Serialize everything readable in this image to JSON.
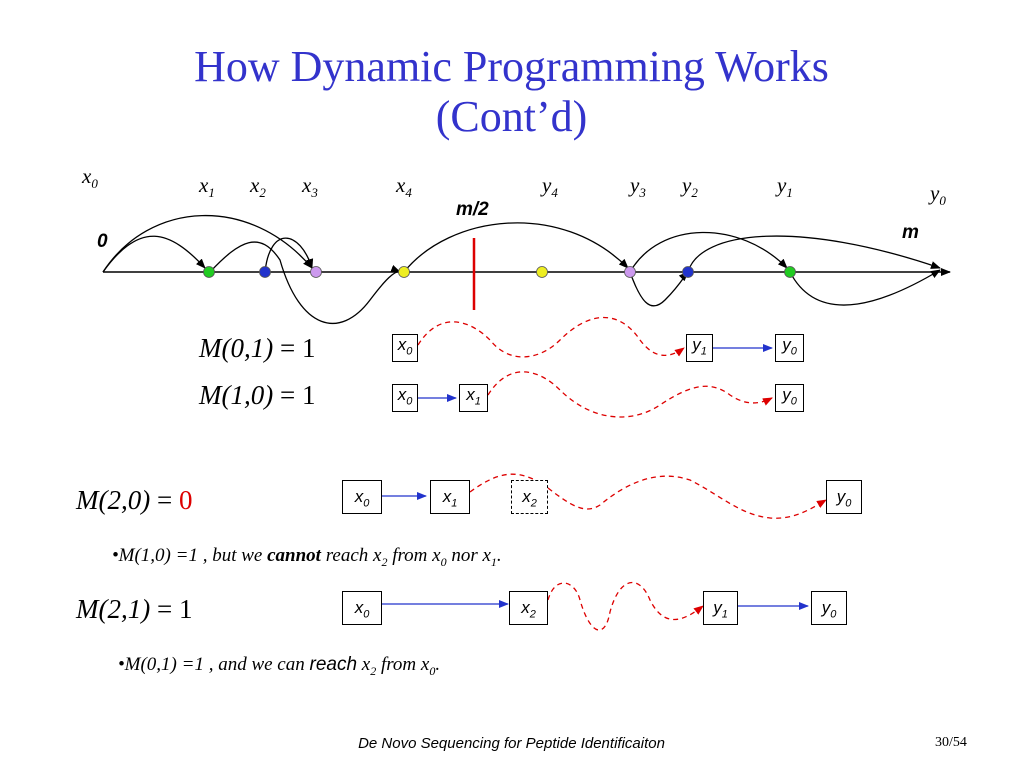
{
  "title_line1": "How Dynamic Programming Works",
  "title_line2": "(Cont’d)",
  "axis": {
    "zero_label": "0",
    "m_label": "m",
    "m_half_label": "m/2",
    "labels": [
      {
        "base": "x",
        "sub": "0"
      },
      {
        "base": "x",
        "sub": "1"
      },
      {
        "base": "x",
        "sub": "2"
      },
      {
        "base": "x",
        "sub": "3"
      },
      {
        "base": "x",
        "sub": "4"
      },
      {
        "base": "y",
        "sub": "4"
      },
      {
        "base": "y",
        "sub": "3"
      },
      {
        "base": "y",
        "sub": "2"
      },
      {
        "base": "y",
        "sub": "1"
      },
      {
        "base": "y",
        "sub": "0"
      }
    ],
    "point_colors": [
      "#22cc22",
      "#2233cc",
      "#cc99ee",
      "#eeee22",
      "#eeee22",
      "#cc99ee",
      "#2233cc",
      "#22cc22"
    ],
    "midline_color": "#dd0000"
  },
  "rows": [
    {
      "label": "M(0,1)",
      "eq": "=",
      "value": "1",
      "boxes": [
        "x|0",
        "y|1",
        "y|0"
      ]
    },
    {
      "label": "M(1,0)",
      "eq": "=",
      "value": "1",
      "boxes": [
        "x|0",
        "x|1",
        "y|0"
      ]
    },
    {
      "label": "M(2,0)",
      "eq": "=",
      "value": "0",
      "boxes": [
        "x|0",
        "x|1",
        "x|2",
        "y|0"
      ]
    },
    {
      "label": "M(2,1)",
      "eq": "=",
      "value": "1",
      "boxes": [
        "x|0",
        "x|2",
        "y|1",
        "y|0"
      ]
    }
  ],
  "notes": [
    {
      "prefix": "•M(1,0) =1 , but we ",
      "bold": "cannot",
      "mid": " reach x",
      "sub1": "2",
      "mid2": " from x",
      "sub2": "0",
      "mid3": " nor x",
      "sub3": "1",
      "end": "."
    },
    {
      "prefix": "•M(0,1) =1 , and we can ",
      "plain": "reach",
      "mid": " x",
      "sub1": "2",
      "mid2": " from x",
      "sub2": "0",
      "end": "."
    }
  ],
  "footer": "De Novo Sequencing for Peptide Identificaiton",
  "page": "30/54"
}
